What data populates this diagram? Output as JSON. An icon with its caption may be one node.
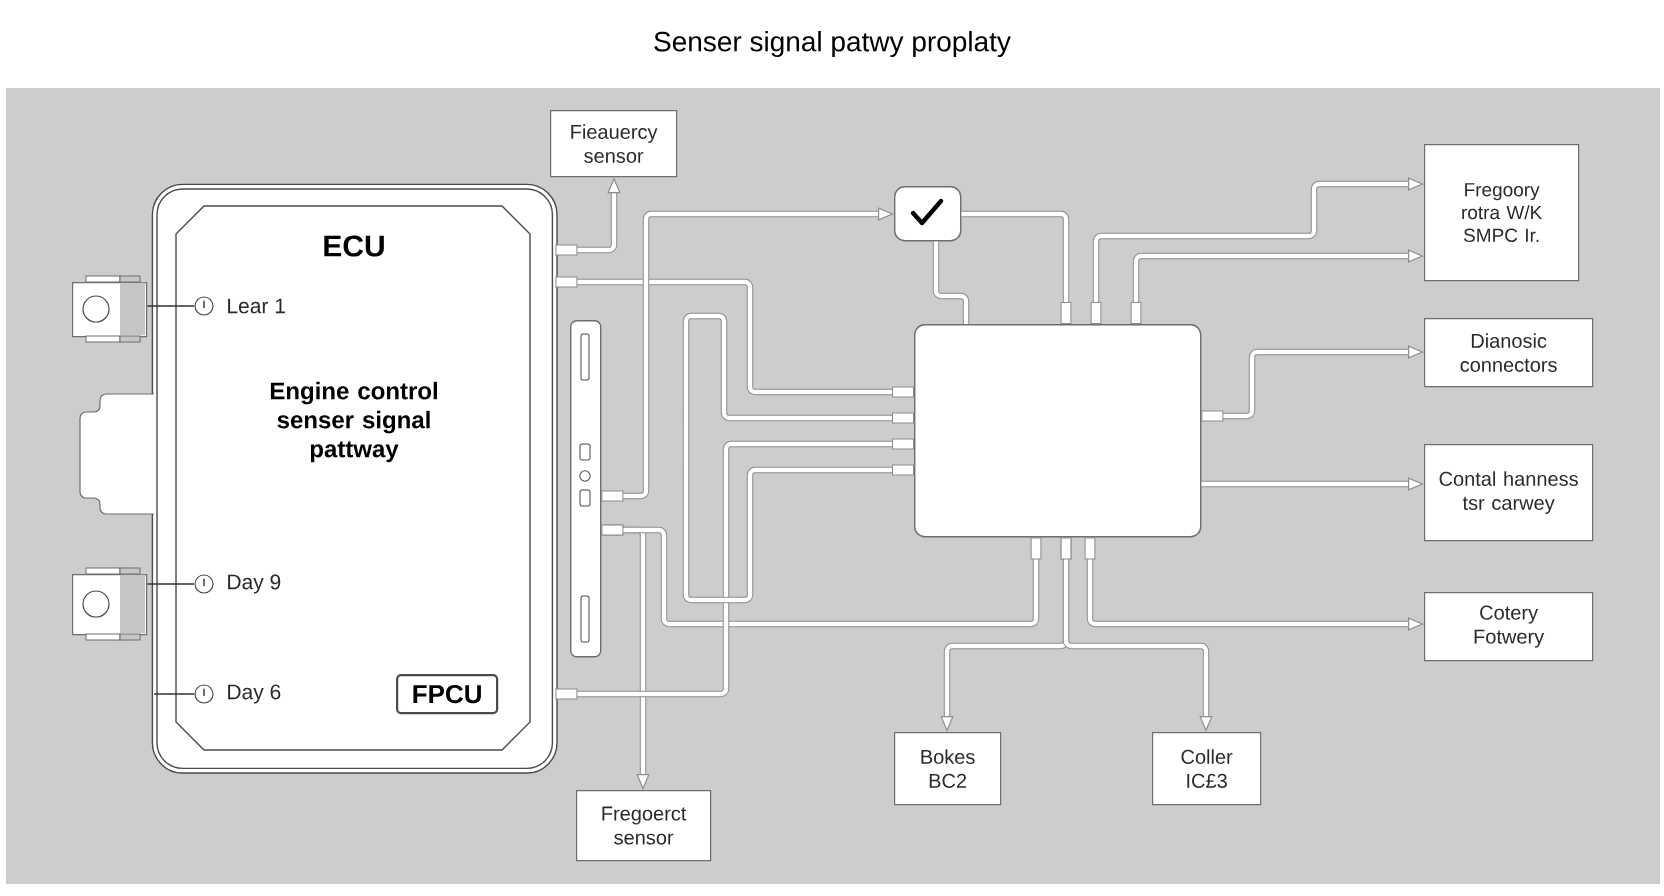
{
  "diagram": {
    "title": "Senser signal patwy proplaty",
    "nodes": [
      {
        "text": [
          "ECU",
          "Engine control senser signal pattway"
        ]
      },
      {
        "text": [
          "Lear 1"
        ],
        "in": 0
      },
      {
        "text": [
          "Day 9"
        ],
        "in": 0
      },
      {
        "text": [
          "Day 6"
        ],
        "in": 0
      },
      {
        "text": [
          "FPCU"
        ],
        "in": 0
      },
      {
        "text": [],
        "shape": "picture"
      },
      {
        "text": [],
        "shape": "picture"
      },
      {
        "text": [],
        "shape": "bar"
      },
      {
        "text": [
          "Fieauercy sensor"
        ]
      },
      {
        "text": [],
        "shape": "box"
      },
      {
        "text": [],
        "shape": "box"
      },
      {
        "text": [
          "Fregoory rotra W/K SMPC Ir."
        ]
      },
      {
        "text": [
          "Dianosic connectors"
        ]
      },
      {
        "text": [
          "Contal hanness tsr carwey"
        ]
      },
      {
        "text": [
          "Cotery Fotwery"
        ]
      },
      {
        "text": [
          "Fregoerct sensor"
        ]
      },
      {
        "text": [
          "Bokes BC2"
        ]
      },
      {
        "text": [
          "Coller IC£3"
        ]
      }
    ],
    "edges": [
      {
        "from": 5,
        "to": 1,
        "arrow": "none",
        "color": "#333333"
      },
      {
        "from": 6,
        "to": 2,
        "arrow": "none",
        "color": "#333333"
      },
      {
        "from": 0,
        "to": 3,
        "arrow": "none",
        "color": "#333333"
      },
      {
        "from": 0,
        "to": 8,
        "arrow": "to"
      },
      {
        "from": 0,
        "to": 10,
        "arrow": "other"
      },
      {
        "from": 7,
        "to": 9,
        "arrow": "to"
      },
      {
        "from": 7,
        "to": 15,
        "arrow": "to"
      },
      {
        "from": 7,
        "to": 10,
        "arrow": "other"
      },
      {
        "from": 0,
        "to": 10,
        "arrow": "other"
      },
      {
        "from": 10,
        "to": 10,
        "arrow": "other"
      },
      {
        "from": 9,
        "to": 10,
        "arrow": "none"
      },
      {
        "from": 9,
        "to": 10,
        "arrow": "other"
      },
      {
        "from": 10,
        "to": 11,
        "arrow": "to"
      },
      {
        "from": 10,
        "to": 11,
        "arrow": "to"
      },
      {
        "from": 10,
        "to": 12,
        "arrow": "to"
      },
      {
        "from": 10,
        "to": 13,
        "arrow": "to"
      },
      {
        "from": 10,
        "to": 14,
        "arrow": "to"
      },
      {
        "from": 10,
        "to": 16,
        "arrow": "to"
      },
      {
        "from": 10,
        "to": 17,
        "arrow": "to"
      }
    ]
  }
}
